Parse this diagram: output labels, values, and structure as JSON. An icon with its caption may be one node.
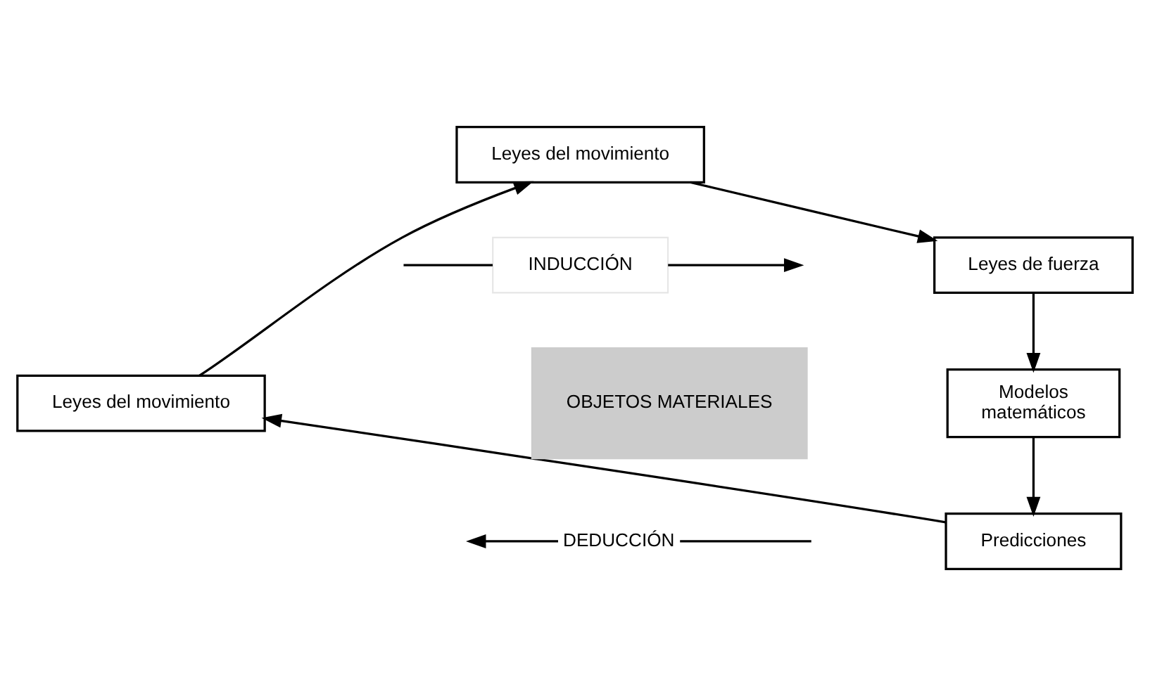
{
  "diagram": {
    "nodes": [
      {
        "text": [
          "Leyes del movimiento"
        ]
      },
      {
        "text": [
          "Leyes de fuerza"
        ]
      },
      {
        "text": [
          "Modelos matemáticos"
        ]
      },
      {
        "text": [
          "Predicciones"
        ]
      },
      {
        "text": [
          "Leyes del movimiento"
        ]
      },
      {
        "text": [
          "OBJETOS MATERIALES"
        ]
      },
      {
        "text": [
          "INDUCCIÓN"
        ]
      },
      {
        "text": [
          "DEDUCCIÓN"
        ]
      }
    ],
    "edges": [
      {
        "from": 4,
        "to": 0,
        "arrow": "to"
      },
      {
        "from": 0,
        "to": 1,
        "arrow": "to"
      },
      {
        "from": 1,
        "to": 2,
        "arrow": "to"
      },
      {
        "from": 2,
        "to": 3,
        "arrow": "to"
      },
      {
        "from": 3,
        "to": 4,
        "arrow": "to"
      },
      {
        "from": 6,
        "to": null,
        "arrow": "to"
      },
      {
        "from": null,
        "to": 6,
        "arrow": "none"
      },
      {
        "from": null,
        "to": 7,
        "arrow": "none"
      },
      {
        "from": 7,
        "to": null,
        "arrow": "to"
      }
    ]
  }
}
